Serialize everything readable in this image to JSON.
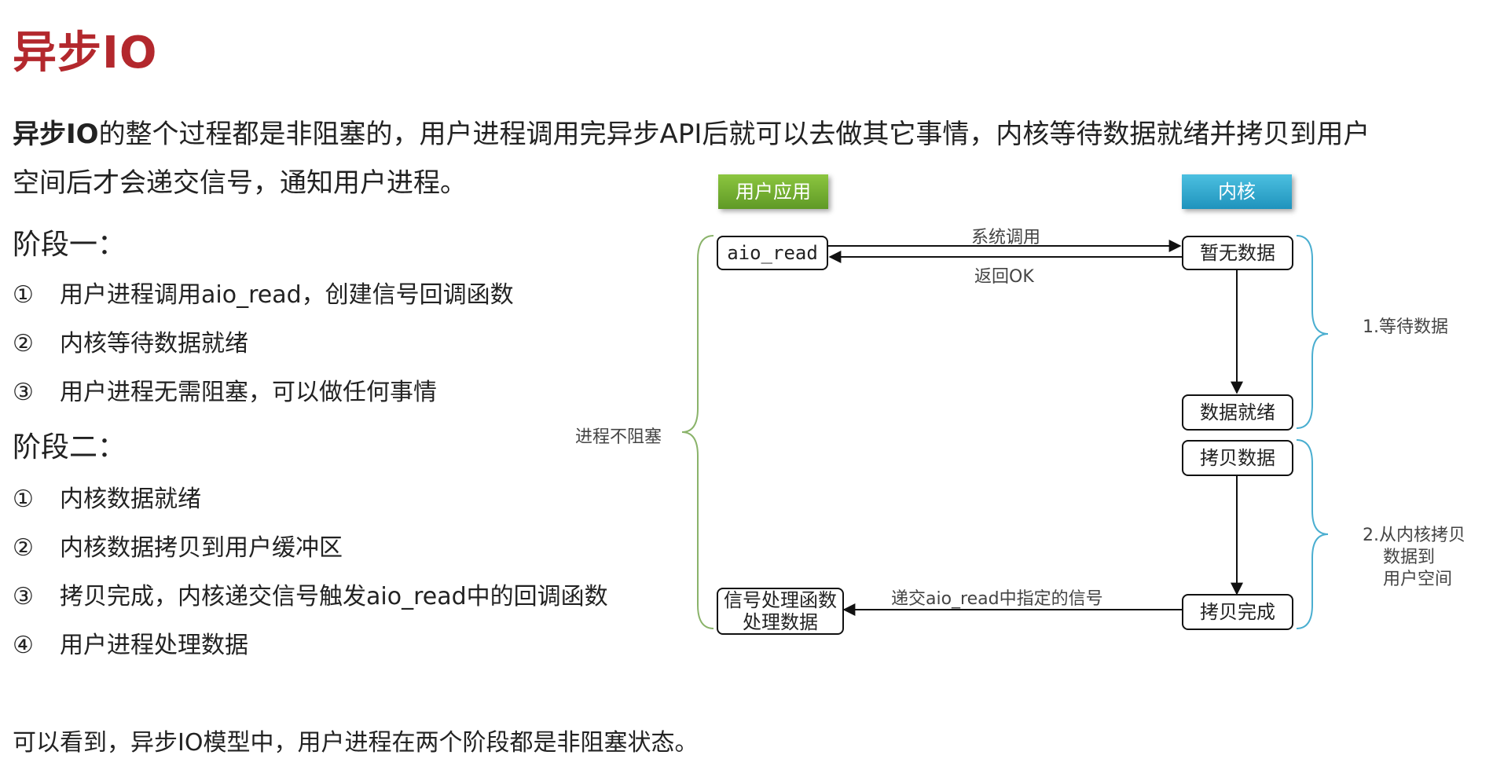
{
  "title": "异步IO",
  "intro": {
    "bold": "异步IO",
    "line1_rest": "的整个过程都是非阻塞的，用户进程调用完异步API后就可以去做其它事情，内核等待数据就绪并拷贝到用户",
    "line2": "空间后才会递交信号，通知用户进程。"
  },
  "stage1": {
    "title": "阶段一：",
    "items": [
      {
        "num": "①",
        "text": "用户进程调用aio_read，创建信号回调函数"
      },
      {
        "num": "②",
        "text": "内核等待数据就绪"
      },
      {
        "num": "③",
        "text": "用户进程无需阻塞，可以做任何事情"
      }
    ]
  },
  "stage2": {
    "title": "阶段二：",
    "items": [
      {
        "num": "①",
        "text": "内核数据就绪"
      },
      {
        "num": "②",
        "text": "内核数据拷贝到用户缓冲区"
      },
      {
        "num": "③",
        "text": "拷贝完成，内核递交信号触发aio_read中的回调函数"
      },
      {
        "num": "④",
        "text": "用户进程处理数据"
      }
    ]
  },
  "conclusion": "可以看到，异步IO模型中，用户进程在两个阶段都是非阻塞状态。",
  "diagram": {
    "user_header": "用户应用",
    "kernel_header": "内核",
    "aio_read": "aio_read",
    "no_data": "暂无数据",
    "data_ready": "数据就绪",
    "copy_data": "拷贝数据",
    "copy_done": "拷贝完成",
    "handler_line1": "信号处理函数",
    "handler_line2": "处理数据",
    "syscall_label": "系统调用",
    "return_label": "返回OK",
    "signal_label": "递交aio_read中指定的信号",
    "no_block_label": "进程不阻塞",
    "phase1_label": "1.等待数据",
    "phase2_line1": "2.从内核拷贝",
    "phase2_line2": "数据到",
    "phase2_line3": "用户空间",
    "colors": {
      "title": "#b3282d",
      "user_header": "#6fae2e",
      "kernel_header": "#2aa6cf",
      "green_brace": "#8ab36a",
      "blue_brace": "#4aaed0"
    }
  }
}
